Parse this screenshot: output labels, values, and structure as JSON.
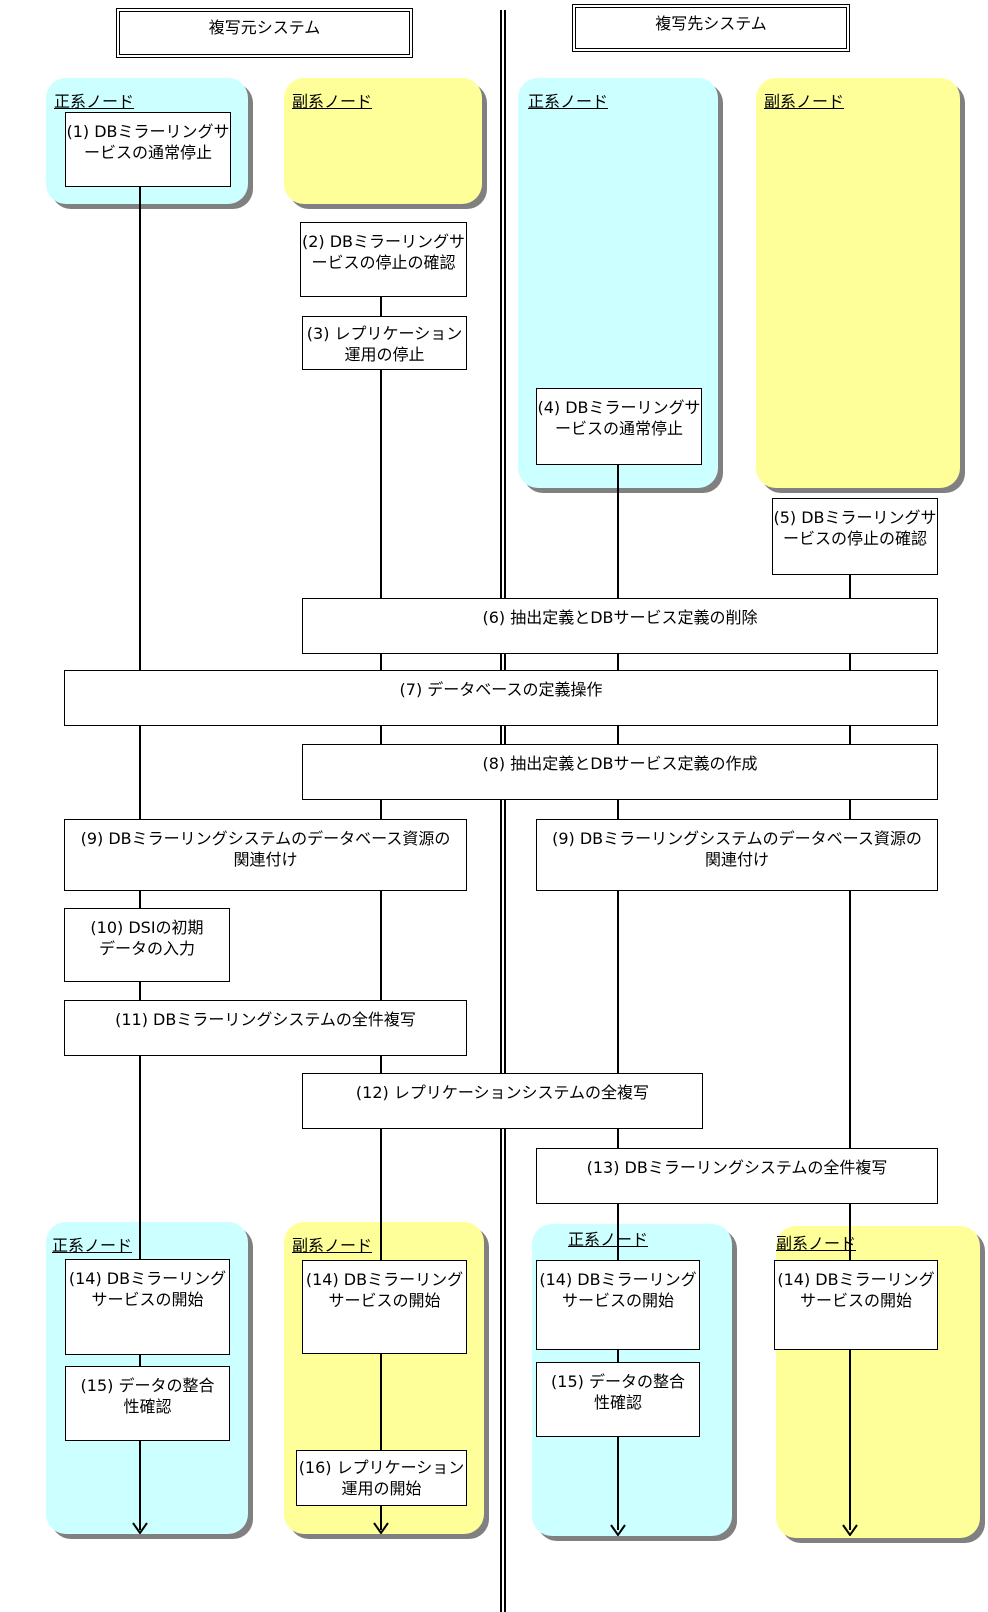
{
  "systems": {
    "source": "複写元システム",
    "target": "複写先システム"
  },
  "node_labels": {
    "primary": "正系ノード",
    "secondary": "副系ノード"
  },
  "colors": {
    "primary_node": "#ccffff",
    "secondary_node": "#ffff99",
    "shadow": "#808080"
  },
  "steps": {
    "s1": "(1) DBミラーリングサービスの通常停止",
    "s2": "(2) DBミラーリングサービスの停止の確認",
    "s3": "(3) レプリケーション運用の停止",
    "s4": "(4) DBミラーリングサービスの通常停止",
    "s5": "(5) DBミラーリングサービスの停止の確認",
    "s6": "(6) 抽出定義とDBサービス定義の削除",
    "s7": "(7) データベースの定義操作",
    "s8": "(8) 抽出定義とDBサービス定義の作成",
    "s9_source": "(9) DBミラーリングシステムのデータベース資源の関連付け",
    "s9_target": "(9) DBミラーリングシステムのデータベース資源の関連付け",
    "s10": "(10) DSIの初期データの入力",
    "s11": "(11) DBミラーリングシステムの全件複写",
    "s12": "(12) レプリケーションシステムの全複写",
    "s13": "(13) DBミラーリングシステムの全件複写",
    "s14_src_primary": "(14) DBミラーリングサービスの開始",
    "s14_src_secondary": "(14) DBミラーリングサービスの開始",
    "s14_tgt_primary": "(14) DBミラーリングサービスの開始",
    "s14_tgt_secondary": "(14) DBミラーリングサービスの開始",
    "s15_src": "(15) データの整合性確認",
    "s15_tgt": "(15) データの整合性確認",
    "s16": "(16) レプリケーション運用の開始"
  }
}
